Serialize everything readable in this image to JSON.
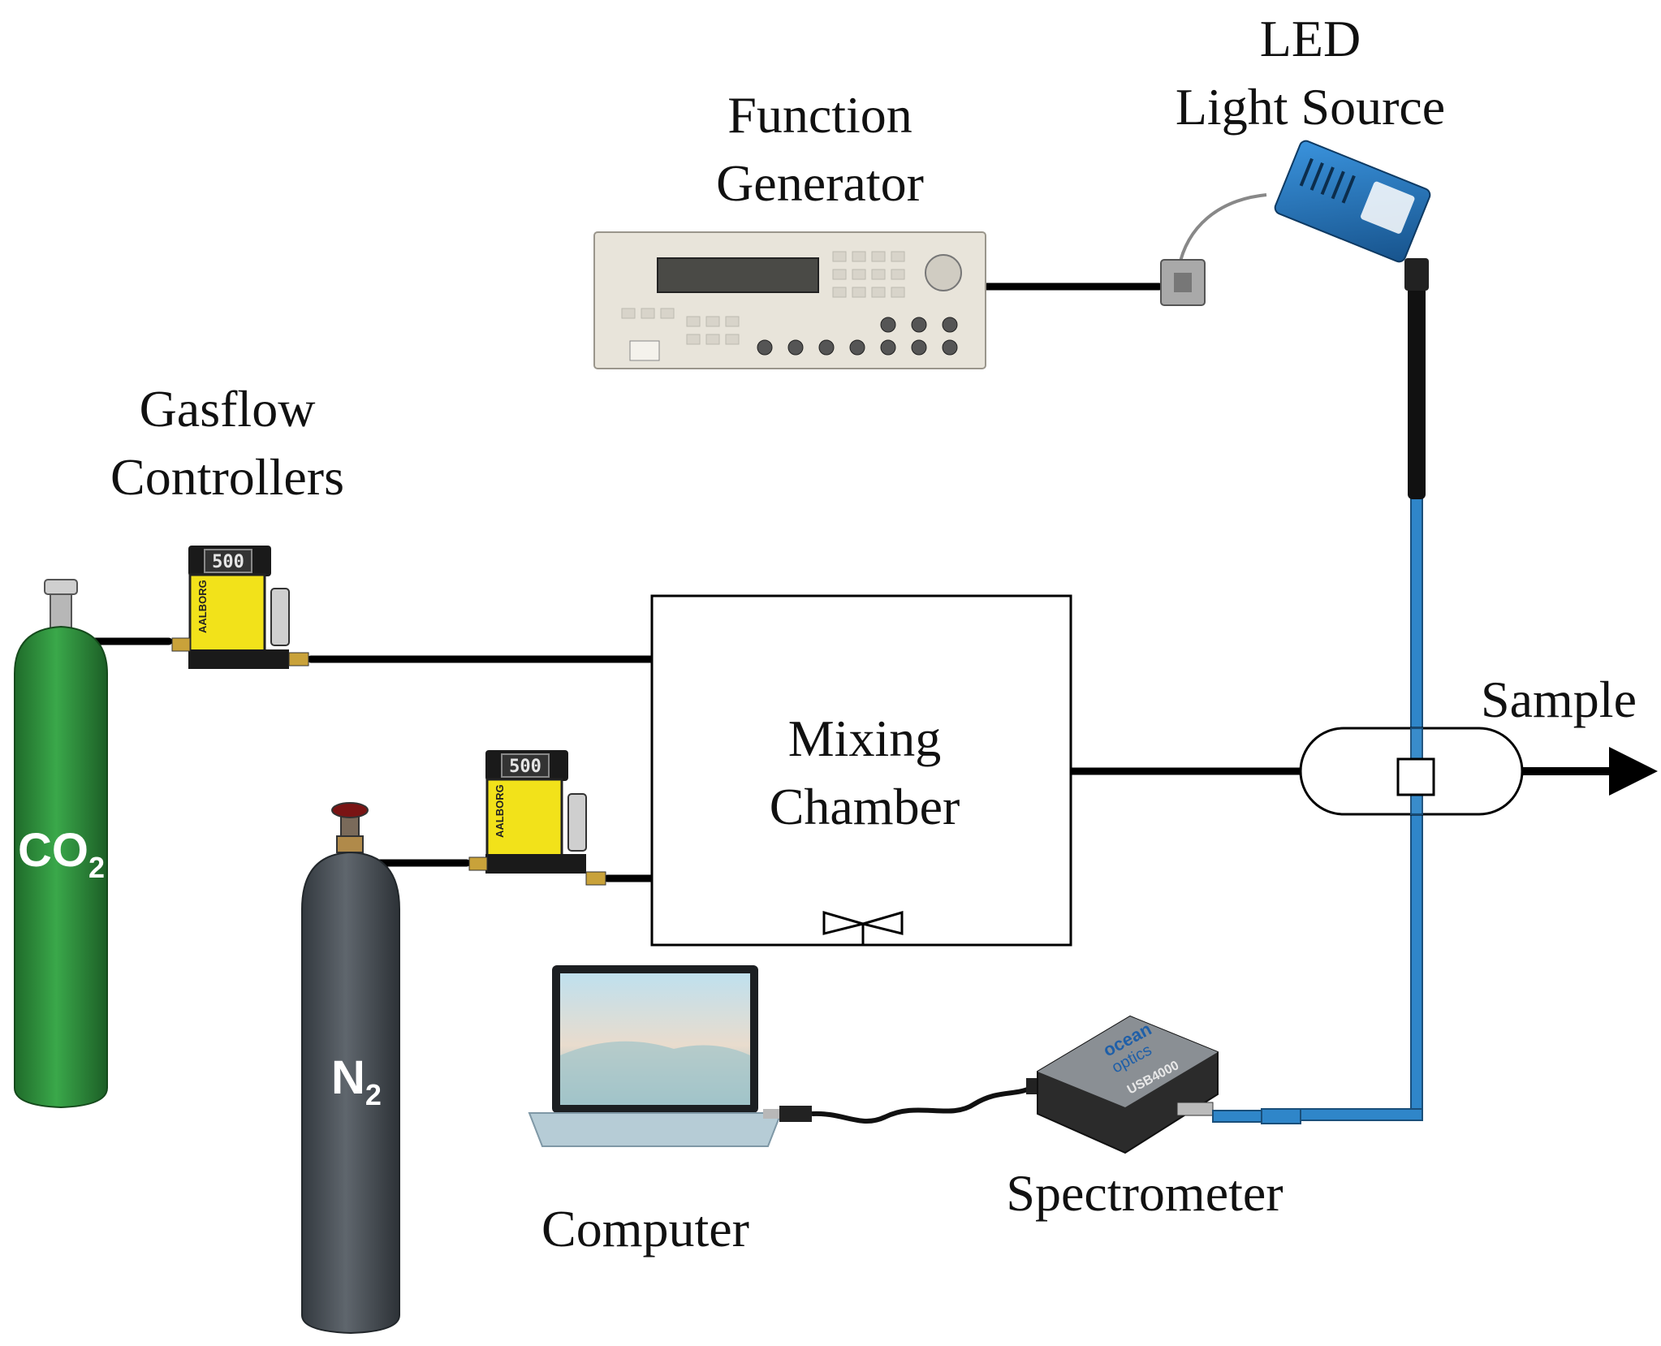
{
  "labels": {
    "led_line1": "LED",
    "led_line2": "Light Source",
    "function_line1": "Function",
    "function_line2": "Generator",
    "gasflow_line1": "Gasflow",
    "gasflow_line2": "Controllers",
    "mixing_line1": "Mixing",
    "mixing_line2": "Chamber",
    "sample": "Sample",
    "computer": "Computer",
    "spectrometer": "Spectrometer"
  },
  "gases": {
    "co2_main": "CO",
    "co2_sub": "2",
    "n2_main": "N",
    "n2_sub": "2"
  },
  "device_text": {
    "flow_display_1": "500",
    "flow_display_2": "500",
    "flow_brand": "AALBORG",
    "spectrometer_brand_1": "ocean",
    "spectrometer_brand_2": "optics",
    "spectrometer_model": "USB4000"
  },
  "colors": {
    "co2_cylinder": "#2e8b3a",
    "n2_cylinder": "#4a5158",
    "fiber": "#2f86c9",
    "led_source": "#1f6fb5",
    "flow_controller": "#f2e21a",
    "spectrometer": "#2b2b2b",
    "function_generator": "#e8e4da"
  }
}
